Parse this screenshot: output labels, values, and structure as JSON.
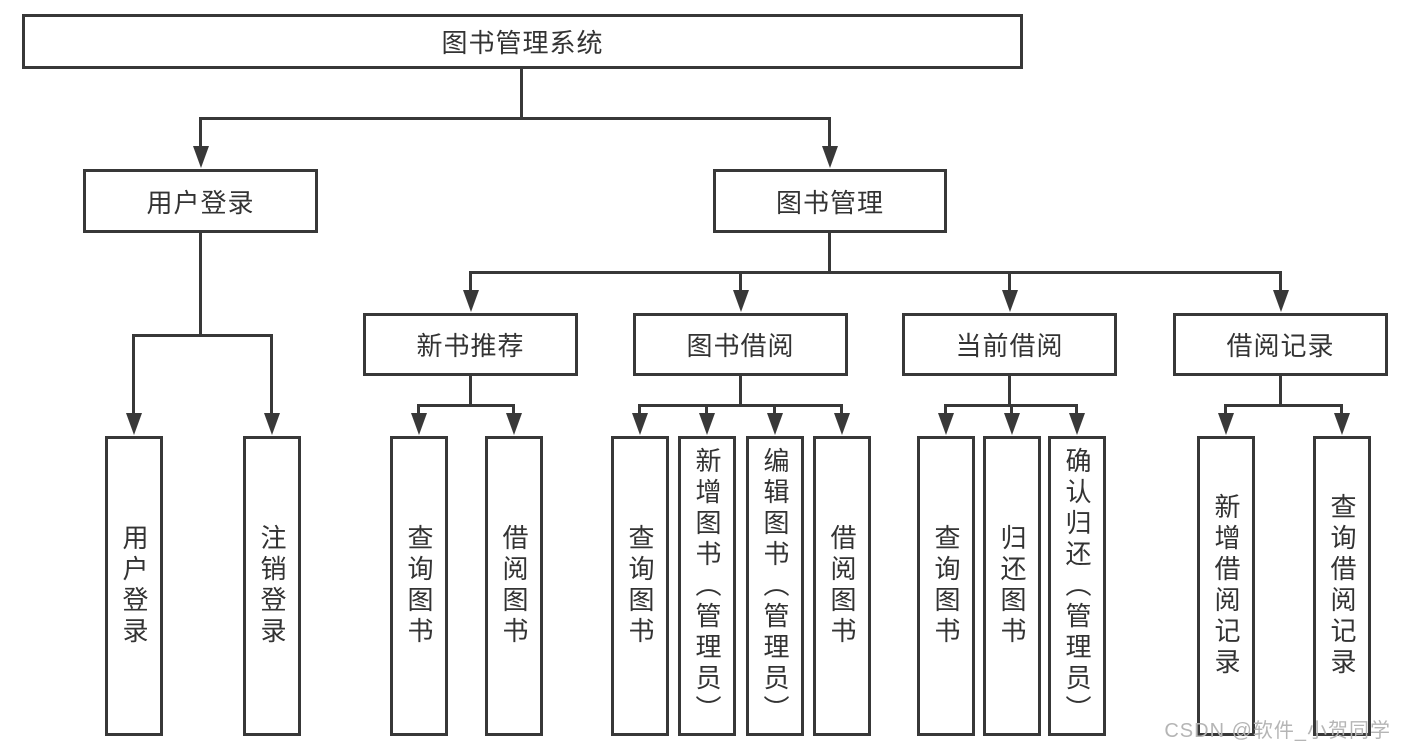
{
  "diagram": {
    "title": "图书管理系统",
    "colors": {
      "line": "#383838",
      "text": "#333333",
      "background": "#ffffff",
      "watermark": "#b5b5b5"
    },
    "level2": [
      {
        "label": "用户登录"
      },
      {
        "label": "图书管理"
      }
    ],
    "level3": [
      {
        "label": "新书推荐"
      },
      {
        "label": "图书借阅"
      },
      {
        "label": "当前借阅"
      },
      {
        "label": "借阅记录"
      }
    ],
    "leaves": [
      {
        "label": "用户登录"
      },
      {
        "label": "注销登录"
      },
      {
        "label": "查询图书"
      },
      {
        "label": "借阅图书"
      },
      {
        "label": "查询图书"
      },
      {
        "label": "新增图书（管理员）"
      },
      {
        "label": "编辑图书（管理员）"
      },
      {
        "label": "借阅图书"
      },
      {
        "label": "查询图书"
      },
      {
        "label": "归还图书"
      },
      {
        "label": "确认归还（管理员）"
      },
      {
        "label": "新增借阅记录"
      },
      {
        "label": "查询借阅记录"
      }
    ],
    "watermark": "CSDN @软件_小贺同学"
  }
}
